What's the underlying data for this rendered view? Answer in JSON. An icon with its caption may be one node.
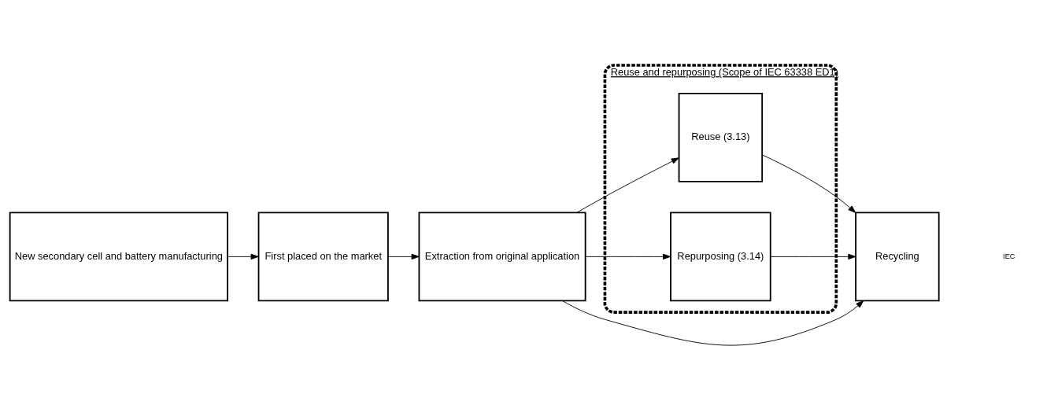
{
  "diagram": {
    "nodes": [
      {
        "text": [
          "New secondary cell and battery manufacturing"
        ]
      },
      {
        "text": [
          "First placed on the market"
        ]
      },
      {
        "text": [
          "Extraction from original application"
        ]
      },
      {
        "text": [
          "Reuse and repurposing (Scope of IEC 63338 ED1)"
        ]
      },
      {
        "text": [
          "Reuse (3.13)"
        ],
        "in": 3
      },
      {
        "text": [
          "Repurposing (3.14)"
        ],
        "in": 3
      },
      {
        "text": [
          "Recycling"
        ]
      }
    ],
    "edges": [
      {
        "from": 0,
        "to": 1,
        "arrow": "to"
      },
      {
        "from": 1,
        "to": 2,
        "arrow": "to"
      },
      {
        "from": 2,
        "to": 4,
        "arrow": "to"
      },
      {
        "from": 2,
        "to": 6,
        "arrow": "to"
      },
      {
        "from": 2,
        "to": 5,
        "arrow": "to"
      },
      {
        "from": 4,
        "to": 6,
        "arrow": "to"
      },
      {
        "from": 5,
        "to": 6,
        "arrow": "to"
      }
    ],
    "labels": [
      "IEC"
    ]
  }
}
